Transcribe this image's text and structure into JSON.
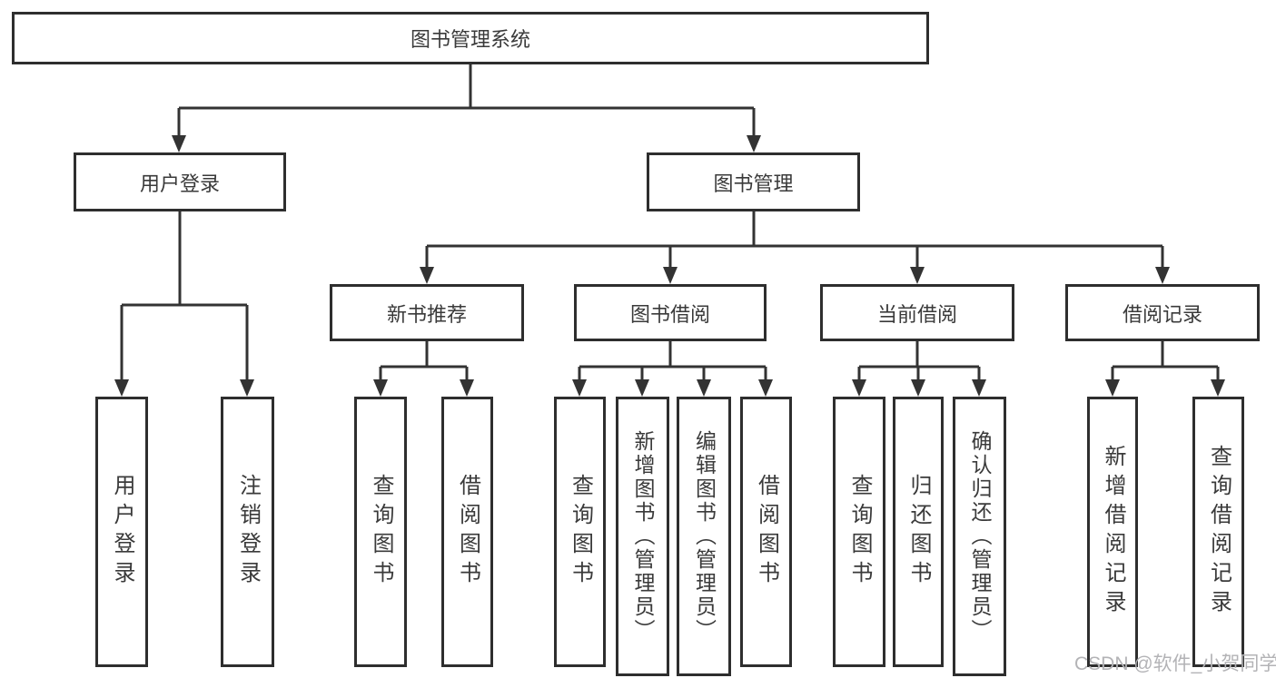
{
  "diagram": {
    "root_label": "图书管理系统",
    "branches": [
      {
        "label": "用户登录",
        "children": [
          "用户登录",
          "注销登录"
        ]
      },
      {
        "label": "图书管理",
        "modules": [
          {
            "label": "新书推荐",
            "children": [
              "查询图书",
              "借阅图书"
            ]
          },
          {
            "label": "图书借阅",
            "children": [
              "查询图书",
              "新增图书（管理员）",
              "编辑图书（管理员）",
              "借阅图书"
            ]
          },
          {
            "label": "当前借阅",
            "children": [
              "查询图书",
              "归还图书",
              "确认归还（管理员）"
            ]
          },
          {
            "label": "借阅记录",
            "children": [
              "新增借阅记录",
              "查询借阅记录"
            ]
          }
        ]
      }
    ],
    "colors": {
      "line": "#333333",
      "border": "#2e2e2e",
      "text": "#3a3a3a",
      "watermark_text": "#b3b3b6",
      "background": "#ffffff"
    }
  },
  "watermark": "CSDN @软件_小贺同学"
}
